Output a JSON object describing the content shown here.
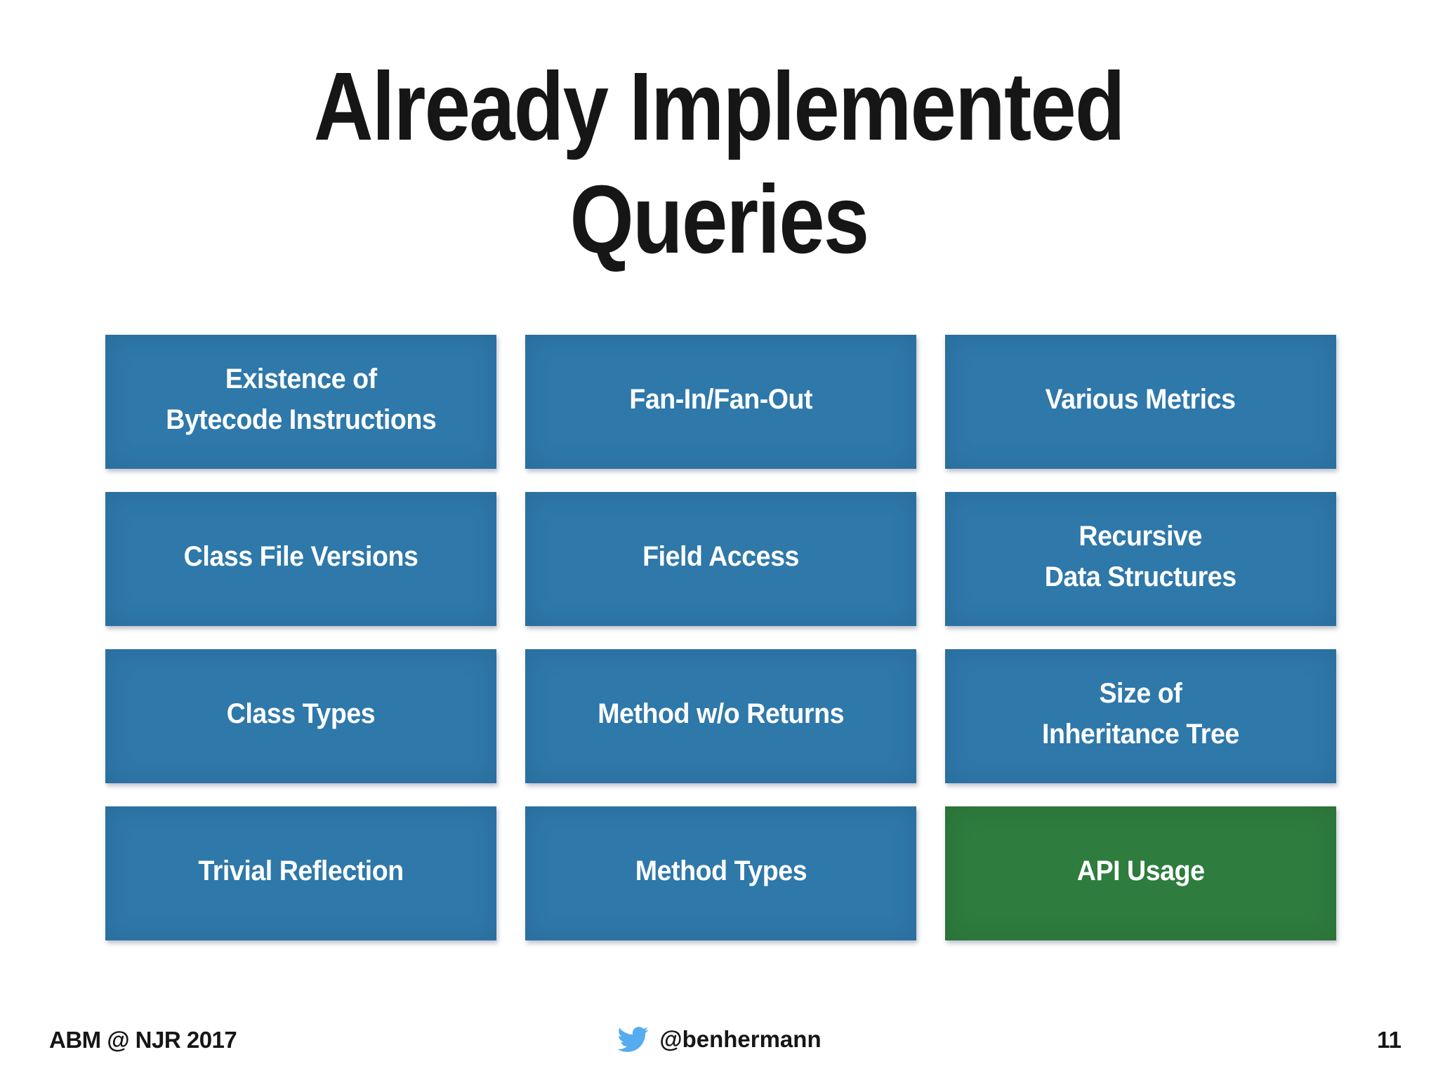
{
  "title": {
    "line1": "Already Implemented",
    "line2": "Queries"
  },
  "grid": {
    "boxes": [
      {
        "label": "Existence of\nBytecode Instructions",
        "variant": "blue"
      },
      {
        "label": "Fan-In/Fan-Out",
        "variant": "blue"
      },
      {
        "label": "Various Metrics",
        "variant": "blue"
      },
      {
        "label": "Class File Versions",
        "variant": "blue"
      },
      {
        "label": "Field Access",
        "variant": "blue"
      },
      {
        "label": "Recursive\nData Structures",
        "variant": "blue"
      },
      {
        "label": "Class Types",
        "variant": "blue"
      },
      {
        "label": "Method w/o Returns",
        "variant": "blue"
      },
      {
        "label": "Size of\nInheritance Tree",
        "variant": "blue"
      },
      {
        "label": "Trivial Reflection",
        "variant": "blue"
      },
      {
        "label": "Method Types",
        "variant": "blue"
      },
      {
        "label": "API Usage",
        "variant": "green"
      }
    ]
  },
  "footer": {
    "left": "ABM @ NJR 2017",
    "twitter_icon": "twitter-bird-icon",
    "twitter_handle": "@benhermann",
    "page_number": "11"
  },
  "colors": {
    "background": "#ffffff",
    "box_blue": "#2e78aa",
    "box_green": "#2e7c3e",
    "twitter_blue": "#55acee",
    "text_on_box": "#ffffff",
    "text_dark": "#161616"
  }
}
